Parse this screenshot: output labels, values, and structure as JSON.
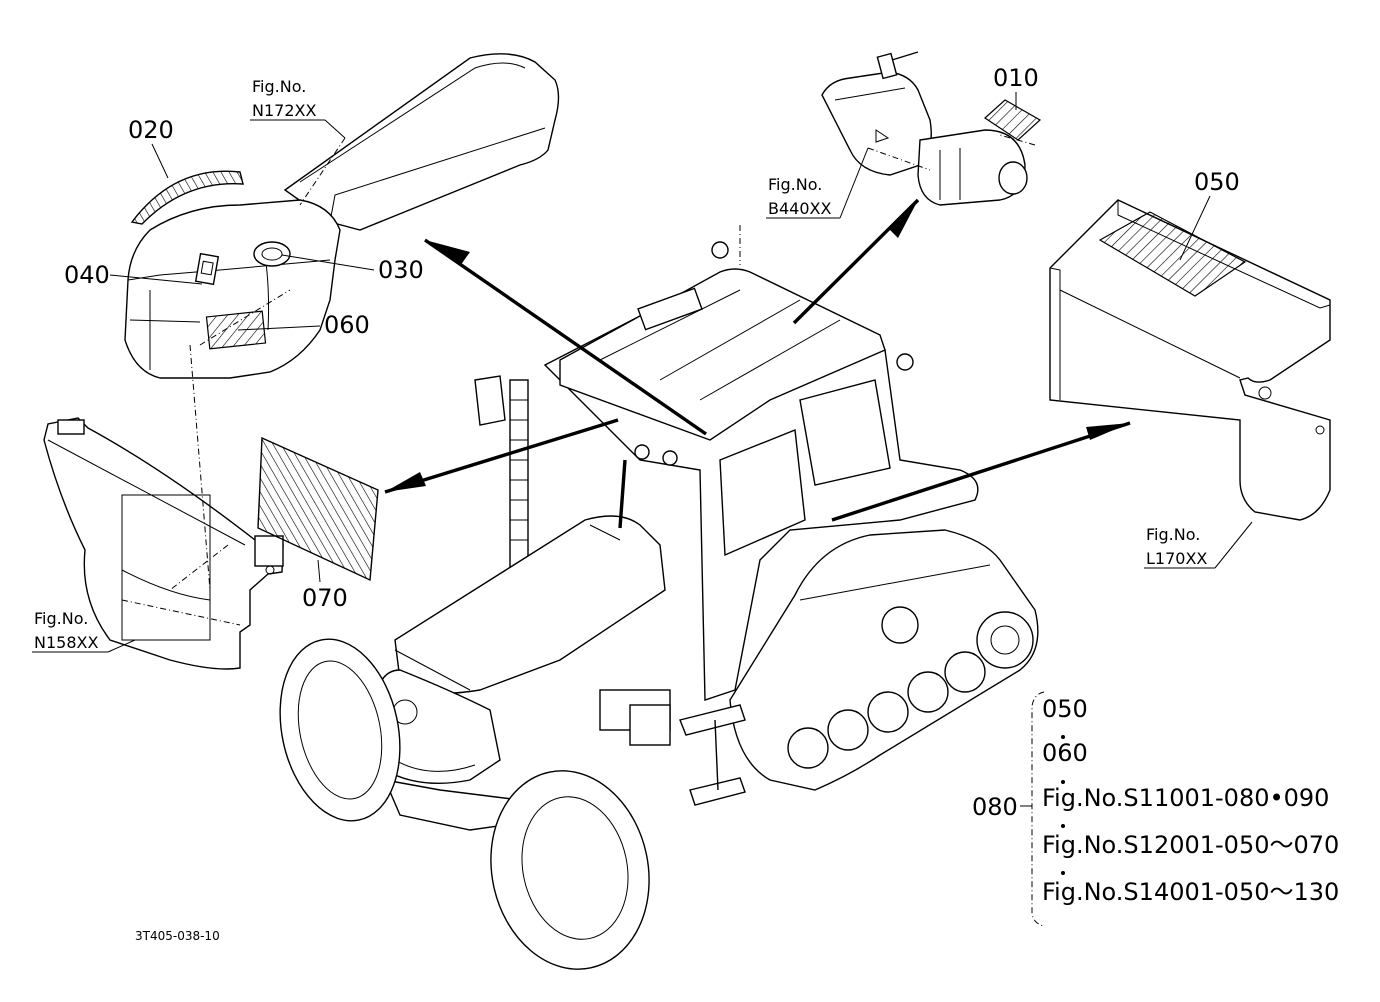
{
  "part_labels": {
    "p010": "010",
    "p020": "020",
    "p030": "030",
    "p040": "040",
    "p050": "050",
    "p060": "060",
    "p070": "070",
    "p080": "080"
  },
  "figure_refs": {
    "n172_prefix": "Fig.No.",
    "n172_code": "N172XX",
    "b440_prefix": "Fig.No.",
    "b440_code": "B440XX",
    "l170_prefix": "Fig.No.",
    "l170_code": "L170XX",
    "n158_prefix": "Fig.No.",
    "n158_code": "N158XX"
  },
  "set_list": {
    "item_1": "050",
    "item_2": "060",
    "item_3": "Fig.No.S11001-080•090",
    "item_4": "Fig.No.S12001-050～070",
    "item_5": "Fig.No.S14001-050～130"
  },
  "drawing_code": "3T405-038-10"
}
